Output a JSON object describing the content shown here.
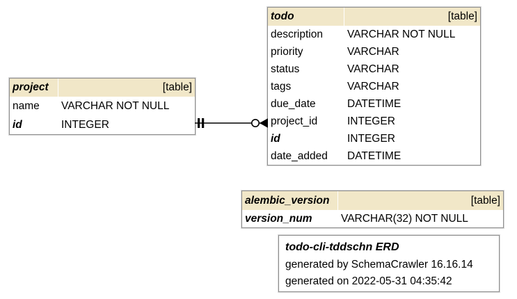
{
  "diagram": {
    "colors": {
      "header_bg": "#F1E7C8",
      "table_border": "#8f8f8f",
      "line": "#000000",
      "background": "#ffffff"
    },
    "tables": [
      {
        "name": "todo",
        "badge": "[table]",
        "columns": [
          {
            "name": "description",
            "type": "VARCHAR NOT NULL"
          },
          {
            "name": "priority",
            "type": "VARCHAR"
          },
          {
            "name": "status",
            "type": "VARCHAR"
          },
          {
            "name": "tags",
            "type": "VARCHAR"
          },
          {
            "name": "due_date",
            "type": "DATETIME"
          },
          {
            "name": "project_id",
            "type": "INTEGER"
          },
          {
            "name": "id",
            "type": "INTEGER"
          },
          {
            "name": "date_added",
            "type": "DATETIME"
          }
        ]
      },
      {
        "name": "project",
        "badge": "[table]",
        "columns": [
          {
            "name": "name",
            "type": "VARCHAR NOT NULL"
          },
          {
            "name": "id",
            "type": "INTEGER"
          }
        ]
      },
      {
        "name": "alembic_version",
        "badge": "[table]",
        "columns": [
          {
            "name": "version_num",
            "type": "VARCHAR(32) NOT NULL"
          }
        ]
      }
    ],
    "relationship": {
      "from_table": "project",
      "from_column": "id",
      "from_cardinality": "exactly-one (||)",
      "to_table": "todo",
      "to_column": "project_id",
      "to_cardinality": "zero-or-many (o<)"
    },
    "title_box": {
      "title": "todo-cli-tddschn ERD",
      "line2": "generated by SchemaCrawler 16.16.14",
      "line3": "generated on 2022-05-31 04:35:42"
    }
  }
}
